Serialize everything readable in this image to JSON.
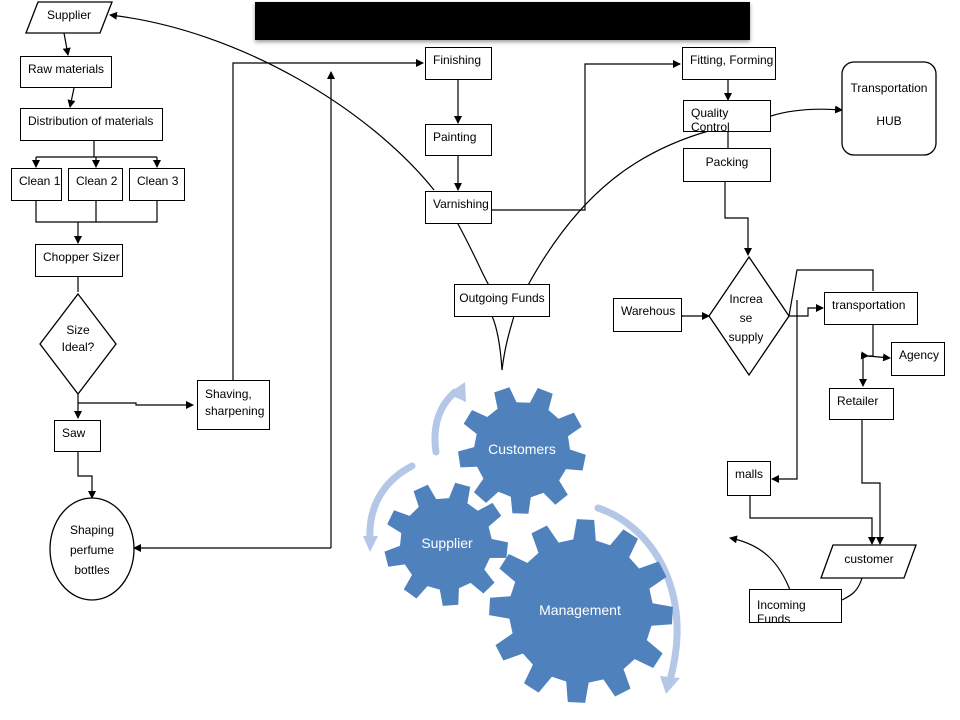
{
  "nodes": {
    "supplier_in": "Supplier",
    "raw_materials": "Raw materials",
    "distribution": "Distribution of materials",
    "clean1": "Clean 1",
    "clean2": "Clean 2",
    "clean3": "Clean 3",
    "chopper_sizer": "Chopper Sizer",
    "size_ideal": [
      "Size",
      "Ideal?"
    ],
    "saw": "Saw",
    "shaping": [
      "Shaping",
      "perfume",
      "bottles"
    ],
    "shaving": [
      "Shaving,",
      "sharpening"
    ],
    "finishing": "Finishing",
    "painting": "Painting",
    "varnishing": "Varnishing",
    "outgoing_funds": "Outgoing Funds",
    "fitting_forming": "Fitting, Forming",
    "quality_control": "Quality Control",
    "packing": "Packing",
    "transportation_hub": [
      "Transportation",
      "HUB"
    ],
    "increase_supply": [
      "Increa",
      "se",
      "supply"
    ],
    "warehouse": "Warehous",
    "transportation": "transportation",
    "agency": "Agency",
    "retailer": "Retailer",
    "malls": "malls",
    "customer": "customer",
    "incoming_funds": "Incoming Funds"
  },
  "gears": {
    "customers": "Customers",
    "supplier": "Supplier",
    "management": "Management",
    "gear_color": "#4f81bd",
    "cycle_arrow_color": "#b4c7e7"
  },
  "title_redacted": true
}
